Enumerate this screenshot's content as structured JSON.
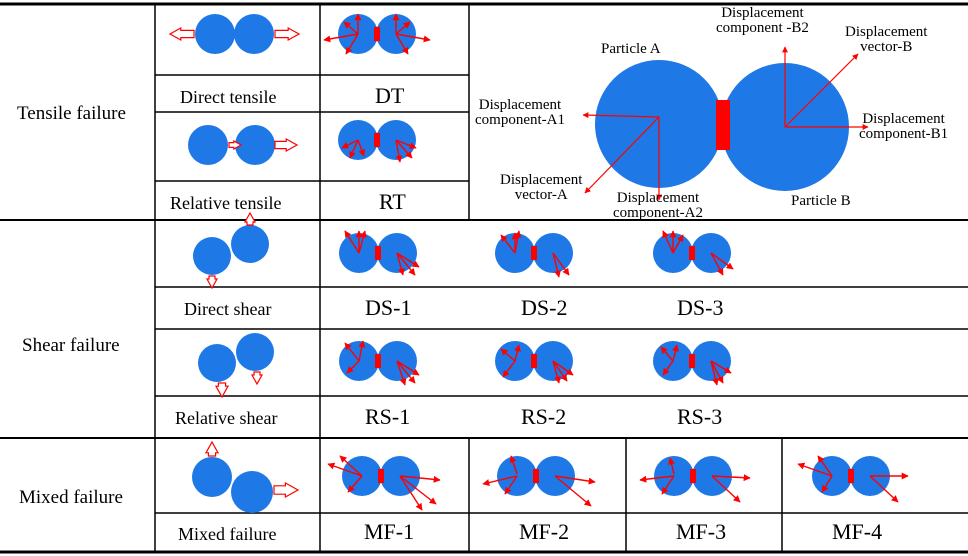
{
  "colors": {
    "particle": "#1e78e6",
    "bond": "#ff0000",
    "vector": "#ff0000",
    "grid": "#000000"
  },
  "categories": {
    "tensile": "Tensile failure",
    "shear": "Shear failure",
    "mixed": "Mixed failure"
  },
  "captions": {
    "direct_tensile": "Direct tensile",
    "relative_tensile": "Relative tensile",
    "direct_shear": "Direct shear",
    "relative_shear": "Relative shear",
    "mixed_failure": "Mixed failure"
  },
  "codes": {
    "dt": "DT",
    "rt": "RT",
    "ds1": "DS-1",
    "ds2": "DS-2",
    "ds3": "DS-3",
    "rs1": "RS-1",
    "rs2": "RS-2",
    "rs3": "RS-3",
    "mf1": "MF-1",
    "mf2": "MF-2",
    "mf3": "MF-3",
    "mf4": "MF-4"
  },
  "detail": {
    "particle_a": "Particle A",
    "particle_b": "Particle B",
    "comp_b2": [
      "Displacement",
      "component -B2"
    ],
    "vec_b": [
      "Displacement",
      "vector-B"
    ],
    "comp_a1": [
      "Displacement",
      "component-A1"
    ],
    "comp_b1": [
      "Displacement",
      "component-B1"
    ],
    "vec_a": [
      "Displacement",
      "vector-A"
    ],
    "comp_a2": [
      "Displacement",
      "component-A2"
    ]
  }
}
